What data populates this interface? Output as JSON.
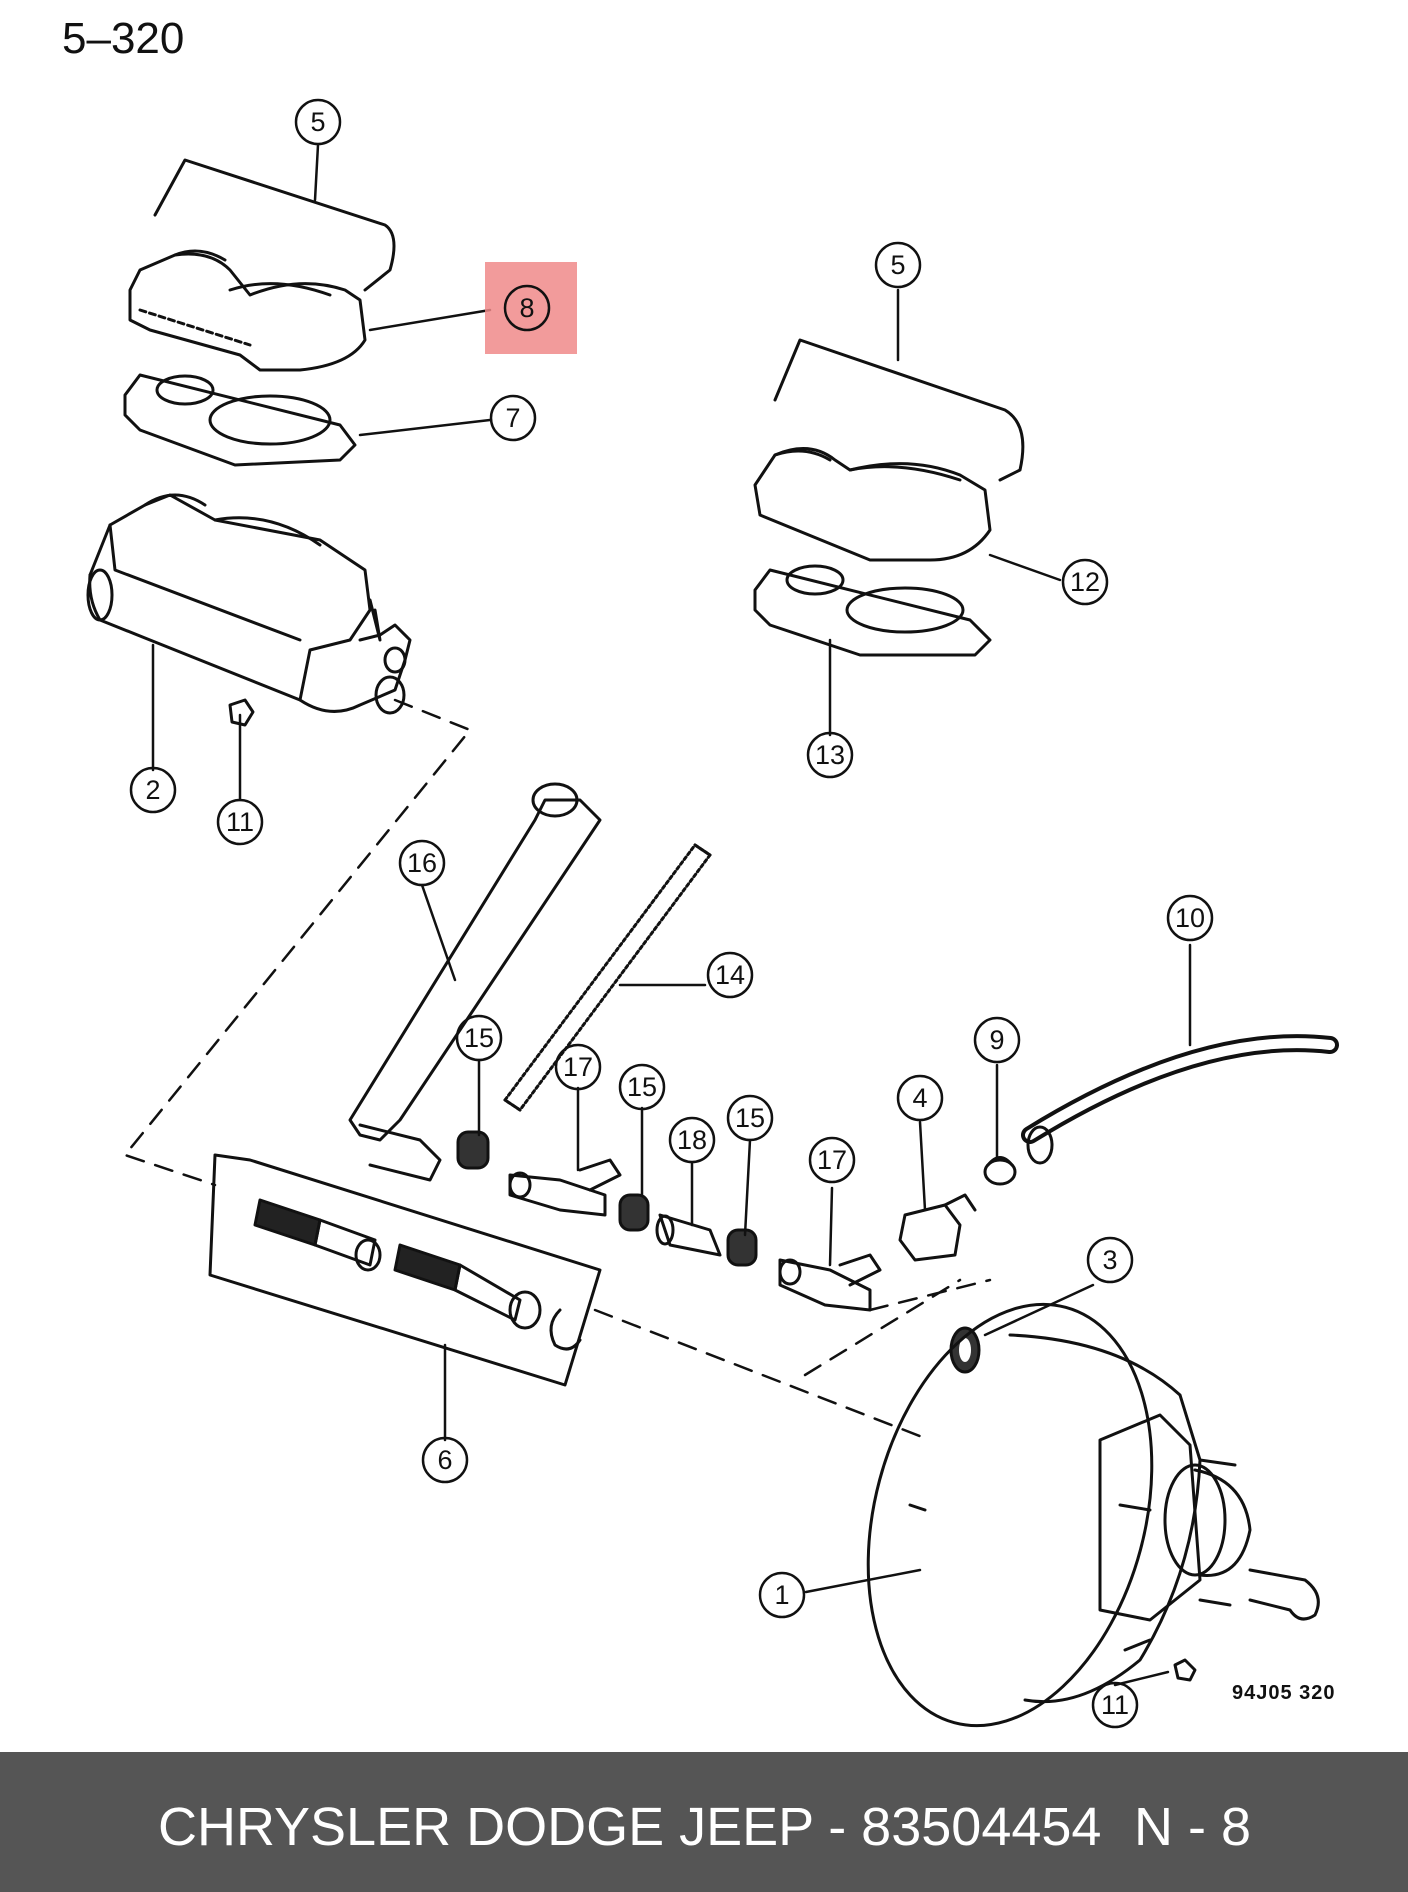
{
  "header": {
    "page_code": "5–320"
  },
  "figure_code": "94J05  320",
  "footer": {
    "title": "CHRYSLER DODGE JEEP - 83504454",
    "ref": "N - 8",
    "background": "#555555"
  },
  "highlight": {
    "label": "8",
    "color": "#f08a8a"
  },
  "callouts": [
    {
      "label": "5"
    },
    {
      "label": "8"
    },
    {
      "label": "7"
    },
    {
      "label": "5"
    },
    {
      "label": "12"
    },
    {
      "label": "13"
    },
    {
      "label": "2"
    },
    {
      "label": "11"
    },
    {
      "label": "16"
    },
    {
      "label": "14"
    },
    {
      "label": "10"
    },
    {
      "label": "15"
    },
    {
      "label": "17"
    },
    {
      "label": "15"
    },
    {
      "label": "18"
    },
    {
      "label": "15"
    },
    {
      "label": "17"
    },
    {
      "label": "4"
    },
    {
      "label": "9"
    },
    {
      "label": "3"
    },
    {
      "label": "6"
    },
    {
      "label": "1"
    },
    {
      "label": "11"
    }
  ]
}
